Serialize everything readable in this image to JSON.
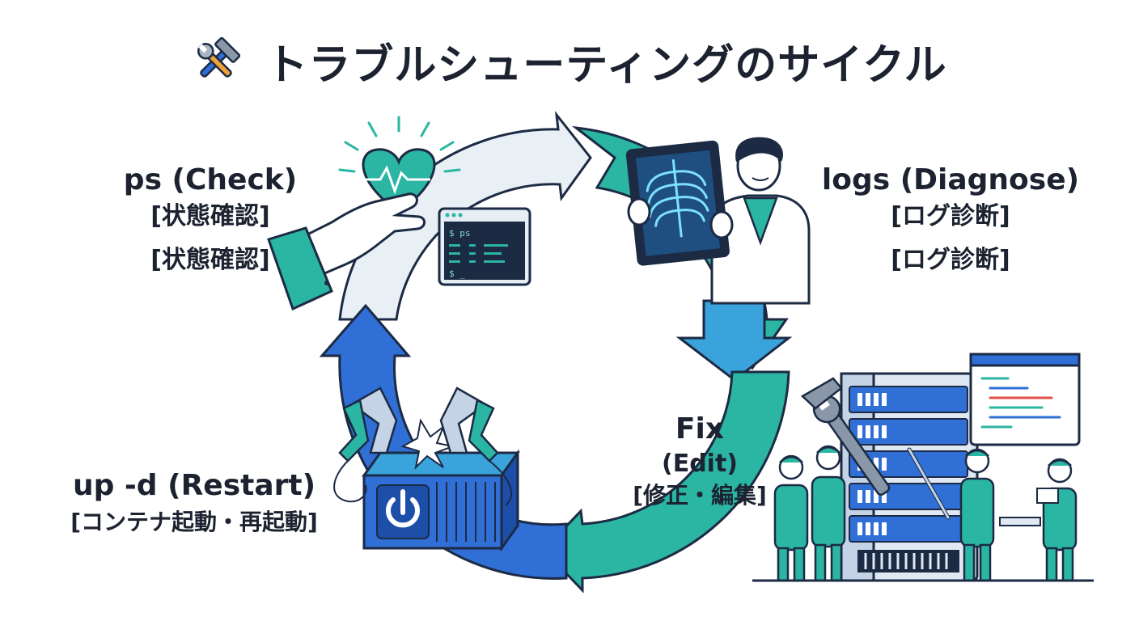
{
  "title": "トラブルシューティングのサイクル",
  "icons": {
    "title": "hammer-wrench-icon",
    "check": "heart-hand-icon",
    "terminal": "terminal-icon",
    "diagnose": "doctor-xray-icon",
    "fix": "server-repair-icon",
    "restart": "power-container-icon"
  },
  "terminal": {
    "prompt": "$ ps",
    "prompt2": "$ _"
  },
  "steps": [
    {
      "id": "check",
      "en": "ps (Check)",
      "jp": "[状態確認]",
      "jp2": "[状態確認]"
    },
    {
      "id": "diagnose",
      "en": "logs (Diagnose)",
      "jp": "[ログ診断]",
      "jp2": "[ログ診断]"
    },
    {
      "id": "fix",
      "en1": "Fix",
      "en2": "(Edit)",
      "jp": "[修正・編集]"
    },
    {
      "id": "restart",
      "en": "up -d (Restart)",
      "jp": "[コンテナ起動・再起動]"
    }
  ],
  "colors": {
    "teal": "#2bb5a3",
    "teal_dark": "#167f74",
    "blue": "#2f6fd6",
    "blue_dark": "#1e4fa8",
    "sky": "#3aa3dc",
    "pale": "#e8f0f6",
    "navy": "#1c2a44"
  }
}
